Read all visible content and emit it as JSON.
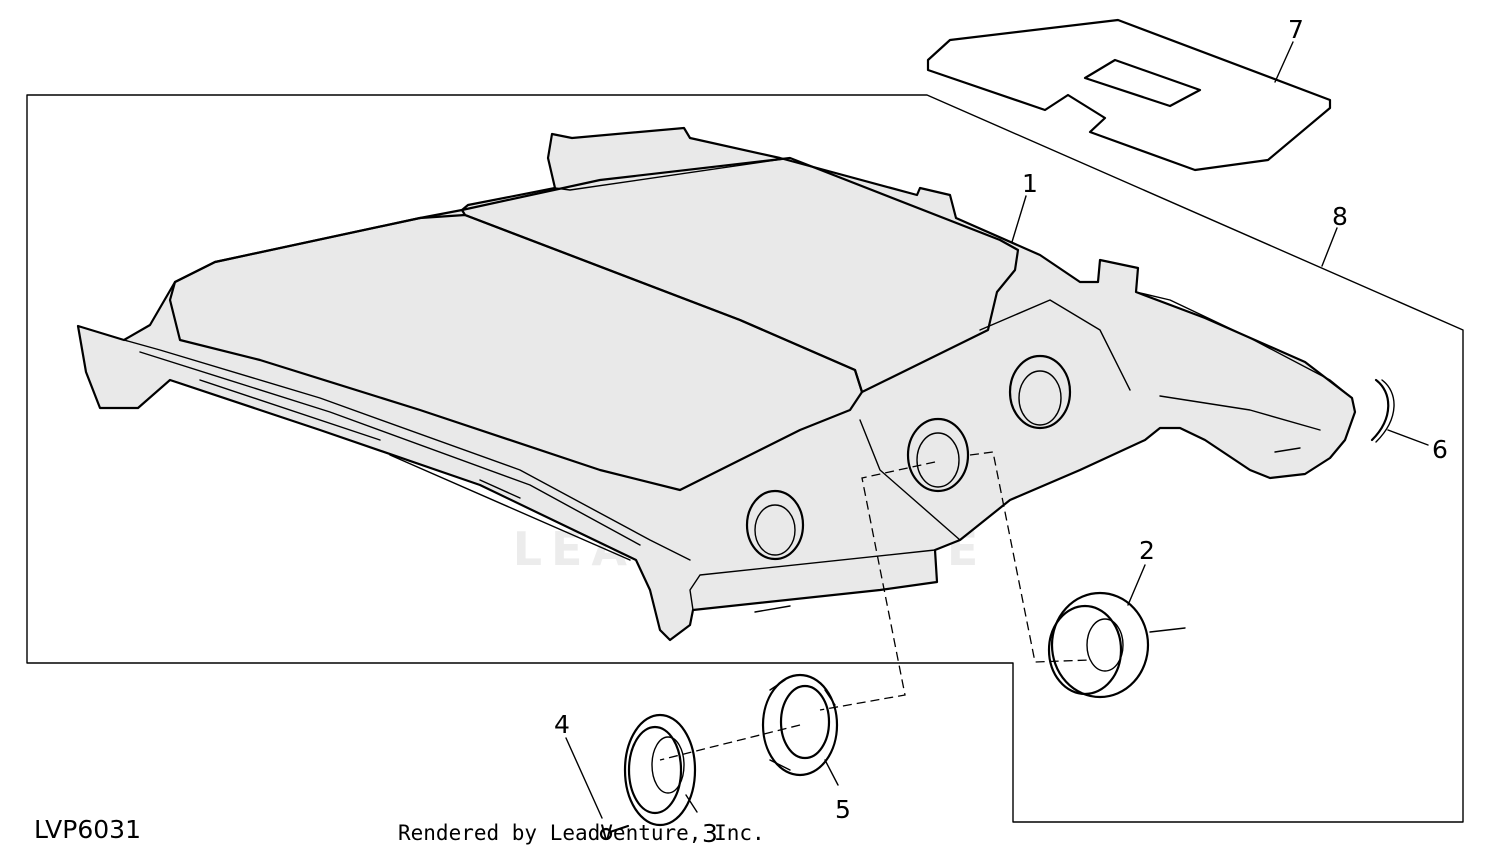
{
  "figure_id": "LVP6031",
  "credit": "Rendered by LeadVenture, Inc.",
  "watermark": "LEADVENTURE",
  "callouts": [
    "1",
    "2",
    "3",
    "4",
    "5",
    "6",
    "7",
    "8"
  ]
}
